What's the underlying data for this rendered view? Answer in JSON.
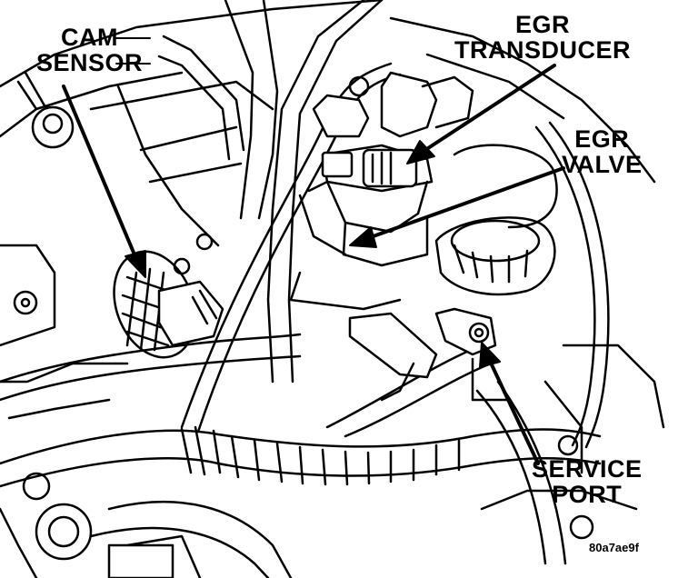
{
  "labels": {
    "cam_sensor": [
      "CAM",
      "SENSOR"
    ],
    "egr_transducer": [
      "EGR",
      "TRANSDUCER"
    ],
    "egr_valve": [
      "EGR",
      "VALVE"
    ],
    "service_port": [
      "SERVICE",
      "PORT"
    ]
  },
  "figure_code": "80a7ae9f",
  "colors": {
    "ink": "#000000",
    "paper": "#ffffff"
  }
}
